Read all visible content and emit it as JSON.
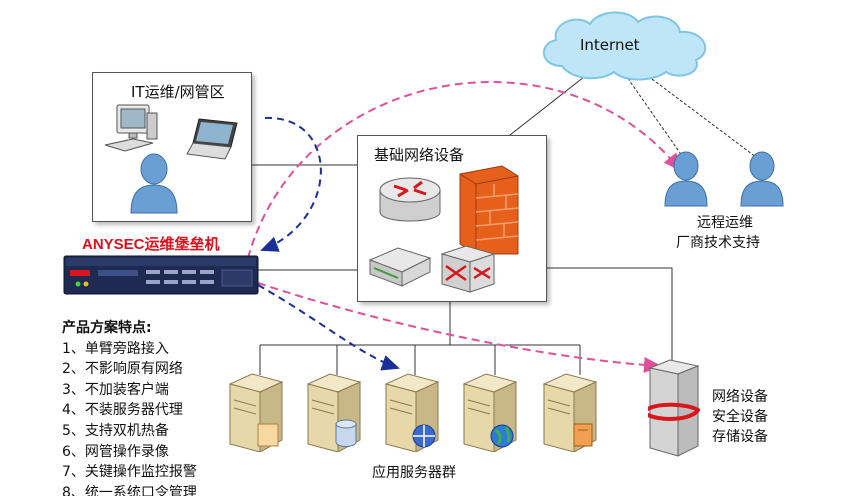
{
  "internet_label": "Internet",
  "it_zone_label": "IT运维/网管区",
  "core_network_label": "基础网络设备",
  "remote": {
    "line1": "远程运维",
    "line2": "厂商技术支持"
  },
  "bastion_label": "ANYSEC运维堡垒机",
  "features": {
    "title": "产品方案特点:",
    "items": [
      "1、单臂旁路接入",
      "2、不影响原有网络",
      "3、不加装客户端",
      "4、不装服务器代理",
      "5、支持双机热备",
      "6、网管操作录像",
      "7、关键操作监控报警",
      "8、统一系统口令管理"
    ]
  },
  "server_group_label": "应用服务器群",
  "devices": {
    "line1": "网络设备",
    "line2": "安全设备",
    "line3": "存储设备"
  },
  "colors": {
    "pink_dashed": "#e0509a",
    "blue_dashed": "#1a2e9a",
    "cloud_fill": "#bfe6f7",
    "brand_red": "#e0101a"
  }
}
